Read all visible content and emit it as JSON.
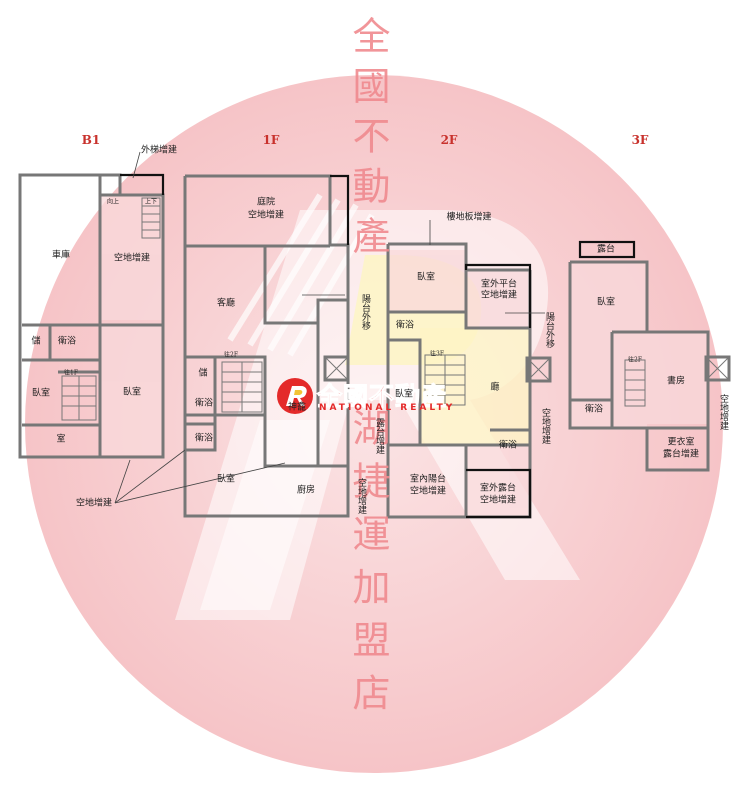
{
  "floors": {
    "b1": "B1",
    "f1": "1F",
    "f2": "2F",
    "f3": "3F"
  },
  "brand": {
    "name_vertical_top": "全國不動產",
    "name_vertical_bottom": "湖捷運加盟店",
    "logo_name": "全國不動產",
    "logo_sub": "NATIONAL REALTY",
    "color_primary": "#e42a2a",
    "color_watermark": "#f7c6c9"
  },
  "labels": {
    "b1_ext_stair": "外梯增建",
    "b1_up": "向上",
    "b1_up_small": "上下",
    "b1_garage": "車庫",
    "b1_vacant_add": "空地增建",
    "b1_storage": "儲",
    "b1_bath": "衛浴",
    "b1_stair": "往1F",
    "b1_bedroom_left": "臥室",
    "b1_bedroom_right": "臥室",
    "b1_room": "室",
    "f1_courtyard": "庭院",
    "f1_courtyard_add": "空地增建",
    "f1_living": "客廳",
    "f1_balcony": "陽台外移",
    "f1_storage": "儲",
    "f1_stair": "往2F",
    "f1_bath1": "衛浴",
    "f1_bath2": "衛浴",
    "f1_shrine": "神龕",
    "f1_bedroom": "臥室",
    "f1_kitchen": "廚房",
    "f1_vacant_right": "空地增建",
    "f1_terrace": "露台增建",
    "bottom_vacant_add": "空地增建",
    "f2_floor_slab": "樓地板增建",
    "f2_bedroom_top": "臥室",
    "f2_outdoor_platform": "室外平台",
    "f2_outdoor_platform_add": "空地增建",
    "f2_bath": "衛浴",
    "f2_stair": "往3F",
    "f2_bedroom_mid": "臥室",
    "f2_hall": "廳",
    "f2_balcony": "陽台外移",
    "f2_bath2": "衛浴",
    "f2_vacant_right": "空地增建",
    "f2_indoor_balcony": "室內陽台",
    "f2_indoor_balcony_add": "空地增建",
    "f2_outdoor_terrace": "室外露台",
    "f2_outdoor_terrace_add": "空地增建",
    "f3_terrace": "露台",
    "f3_bedroom": "臥室",
    "f3_bath": "衛浴",
    "f3_stair": "往2F",
    "f3_study": "書房",
    "f3_closet": "更衣室",
    "f3_closet_add": "露台增建",
    "f3_vacant_right": "空地增建"
  }
}
